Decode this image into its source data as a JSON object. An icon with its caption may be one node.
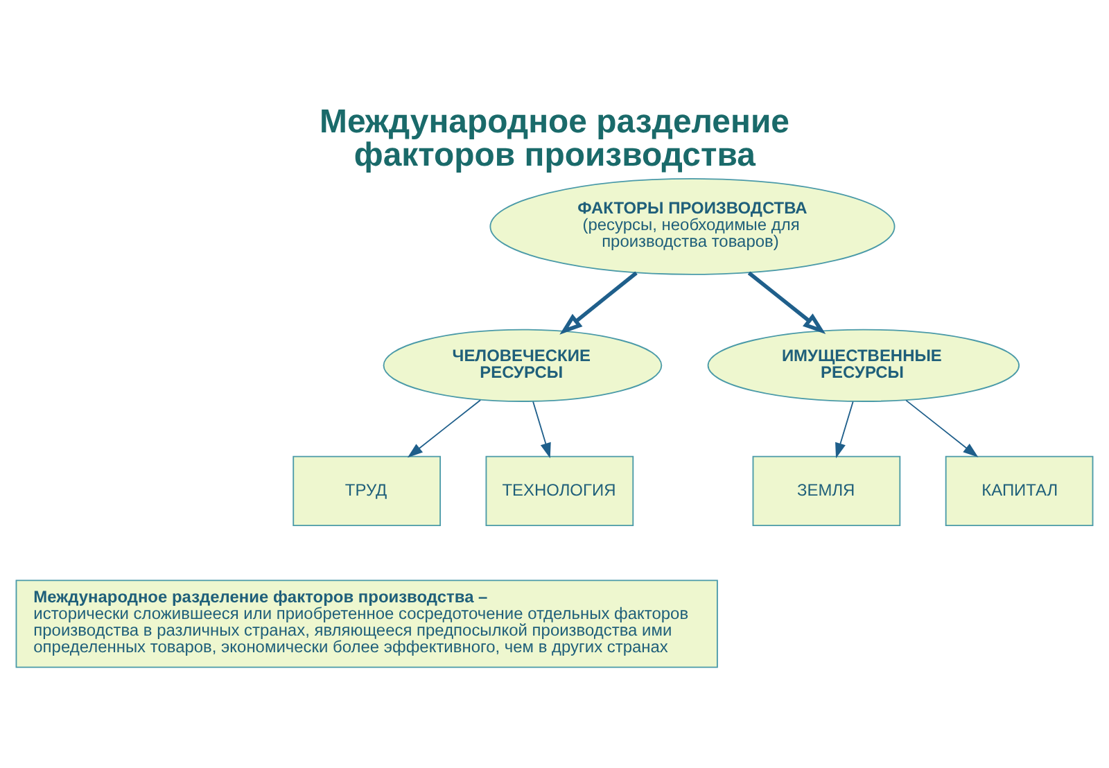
{
  "diagram": {
    "title": "Международное разделение факторов производства",
    "nodes": [
      {
        "text": [
          "ФАКТОРЫ ПРОИЗВОДСТВА",
          "(ресурсы, необходимые для производства товаров)"
        ]
      },
      {
        "text": [
          "ЧЕЛОВЕЧЕСКИЕ РЕСУРСЫ"
        ]
      },
      {
        "text": [
          "ИМУЩЕСТВЕННЫЕ РЕСУРСЫ"
        ]
      },
      {
        "text": [
          "ТРУД"
        ]
      },
      {
        "text": [
          "ТЕХНОЛОГИЯ"
        ]
      },
      {
        "text": [
          "ЗЕМЛЯ"
        ]
      },
      {
        "text": [
          "КАПИТАЛ"
        ]
      },
      {
        "text": [
          "Международное разделение факторов производства –",
          "исторически сложившееся или приобретенное сосредоточение отдельных факторов производства в различных странах, являющееся предпосылкой производства ими определенных товаров, экономически более эффективного, чем в других странах"
        ]
      }
    ],
    "edges": [
      {
        "from": 0,
        "to": 1,
        "arrow": "to",
        "style": "thick"
      },
      {
        "from": 0,
        "to": 2,
        "arrow": "to",
        "style": "thick"
      },
      {
        "from": 1,
        "to": 3,
        "arrow": "to"
      },
      {
        "from": 1,
        "to": 4,
        "arrow": "to"
      },
      {
        "from": 2,
        "to": 5,
        "arrow": "to"
      },
      {
        "from": 2,
        "to": 6,
        "arrow": "to"
      }
    ]
  }
}
